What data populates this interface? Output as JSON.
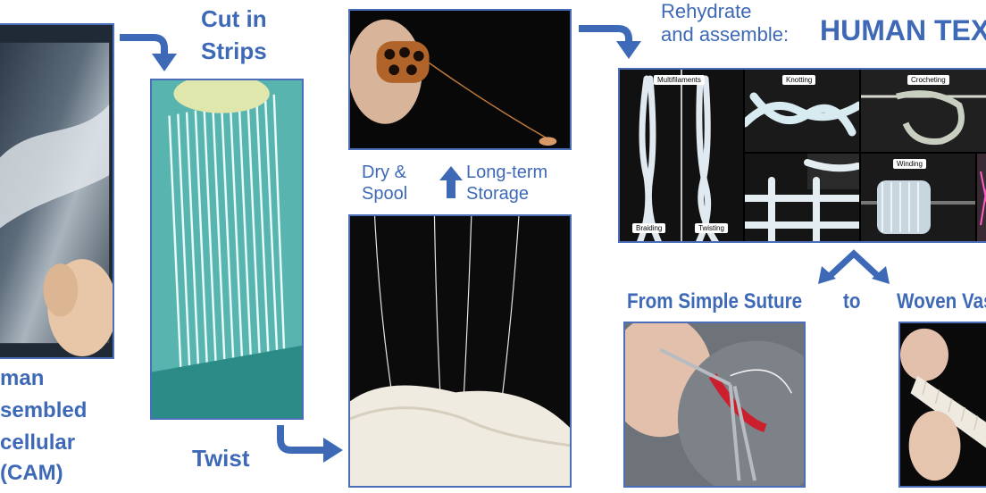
{
  "steps": {
    "cam": [
      "man",
      "sembled",
      "cellular",
      "(CAM)"
    ],
    "cut": [
      "Cut in",
      "Strips"
    ],
    "twist": "Twist",
    "dry": [
      "Dry &",
      "Spool"
    ],
    "storage": [
      "Long-term",
      "Storage"
    ],
    "rehydrate": [
      "Rehydrate",
      "and assemble:"
    ],
    "human_tex": "HUMAN TEX",
    "simple_suture": "From Simple Suture",
    "to": "to",
    "woven": "Woven Vas"
  },
  "tiles": {
    "multifilaments": "Multifilaments",
    "knotting": "Knotting",
    "crocheting": "Crocheting",
    "winding": "Winding",
    "braiding": "Braiding",
    "twisting": "Twisting"
  },
  "colors": {
    "accent": "#3e69b7",
    "frame": "#4a6fb8"
  }
}
